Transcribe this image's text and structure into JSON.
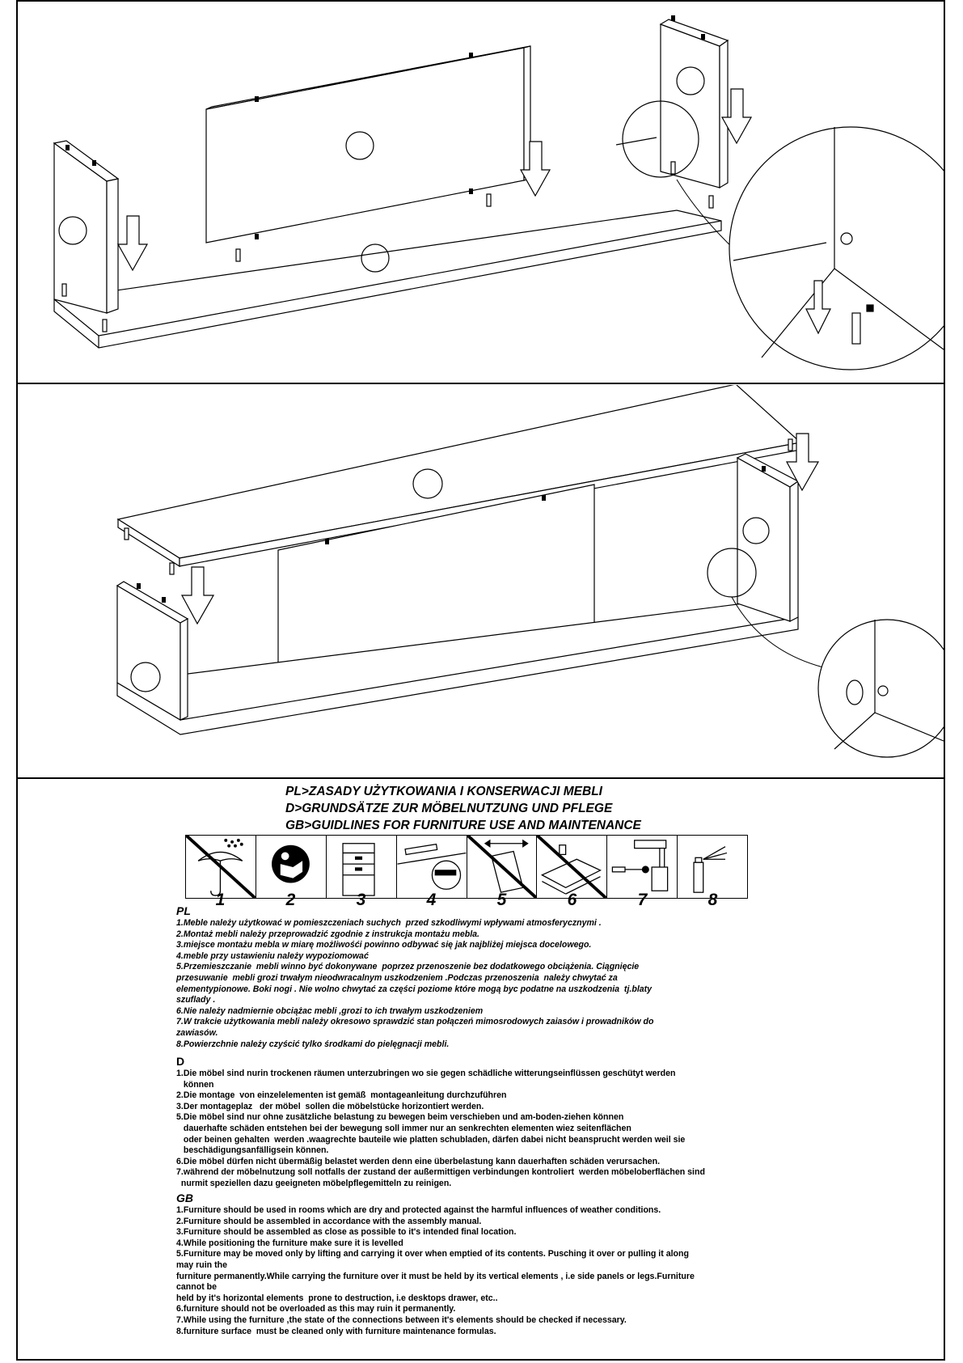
{
  "titles": [
    "PL>ZASADY UŻYTKOWANIA I KONSERWACJI MEBLI",
    "D>GRUNDSÄTZE ZUR MÖBELNUTZUNG UND PFLEGE",
    "GB>GUIDLINES FOR FURNITURE USE AND MAINTENANCE"
  ],
  "icon_numbers": [
    "1",
    "2",
    "3",
    "4",
    "5",
    "6",
    "7",
    "8"
  ],
  "icons": [
    "umbrella-rain-icon",
    "read-manual-icon",
    "cabinet-icon",
    "level-icon",
    "tilt-cabinet-icon",
    "overload-icon",
    "screwdriver-icon",
    "spray-icon"
  ],
  "pl": {
    "heading": "PL",
    "lines": [
      "1.Meble należy użytkować w pomieszczeniach suchych  przed szkodliwymi wpływami atmosferycznymi .",
      "2.Montaż mebli należy przeprowadzić zgodnie z instrukcja montażu mebla.",
      "3.miejsce montażu mebla w miarę możliwośći powinno odbywać się jak najbliżej miejsca docelowego.",
      "4.meble przy ustawieniu należy wypoziomować",
      "5.Przemieszczanie  mebli winno być dokonywane  poprzez przenoszenie bez dodatkowego obciążenia. Ciągnięcie",
      "przesuwanie  mebli grozi trwałym nieodwracalnym uszkodzeniem .Podczas przenoszenia  należy chwytać za",
      "elementypionowe. Boki nogi . Nie wolno chwytać za części poziome które mogą byc podatne na uszkodzenia  tj.blaty",
      "szuflady .",
      "6.Nie należy nadmiernie obciążac mebli ,grozi to ich trwałym uszkodzeniem",
      "7.W trakcie użytkowania mebli należy okresowo sprawdzić stan połączeń mimosrodowych zaiasów i prowadników do",
      "zawiasów.",
      "8.Powierzchnie należy czyścić tylko środkami do pielęgnacji mebli."
    ]
  },
  "d": {
    "heading": "D",
    "lines": [
      "1.Die möbel sind nurin trockenen räumen unterzubringen wo sie gegen schädliche witterungseinflüssen geschütyt werden",
      "   können",
      "2.Die montage  von einzelelementen ist gemäß  montageanleitung durchzuführen",
      "3.Der montageplaz   der möbel  sollen die möbelstücke horizontiert werden.",
      "5.Die möbel sind nur ohne zusätzliche belastung zu bewegen beim verschieben und am-boden-ziehen können",
      "   dauerhafte schäden entstehen bei der bewegung soll immer nur an senkrechten elementen wiez seitenflächen",
      "   oder beinen gehalten  werden .waagrechte bauteile wie platten schubladen, därfen dabei nicht beansprucht werden weil sie",
      "   beschädigungsanfälligsein können.",
      "6.Die möbel dürfen nicht übermäßig belastet werden denn eine überbelastung kann dauerhaften schäden verursachen.",
      "7.während der möbelnutzung soll notfalls der zustand der außermittigen verbindungen kontroliert  werden möbeloberflächen sind",
      "  nurmit speziellen dazu geeigneten möbelpflegemitteln zu reinigen."
    ]
  },
  "gb": {
    "heading": "GB",
    "lines": [
      "1.Furniture should be used in rooms which are dry and protected against the harmful influences of weather conditions.",
      "2.Furniture should be assembled in accordance with the assembly manual.",
      "3.Furniture should be assembled as close as possible to it's intended final location.",
      "4.While positioning the furniture make sure it is levelled",
      "5.Furniture may be moved only by lifting and carrying it over when emptied of its contents. Pusching it over or pulling it along",
      "may ruin the",
      "furniture permanently.While carrying the furniture over it must be held by its vertical elements , i.e side panels or legs.Furniture",
      "cannot be",
      "held by it's horizontal elements  prone to destruction, i.e desktops drawer, etc..",
      "6.furniture should not be overloaded as this may ruin it permanently.",
      "7.While using the furniture ,the state of the connections between it's elements should be checked if necessary.",
      "8.furniture surface  must be cleaned only with furniture maintenance formulas."
    ]
  }
}
